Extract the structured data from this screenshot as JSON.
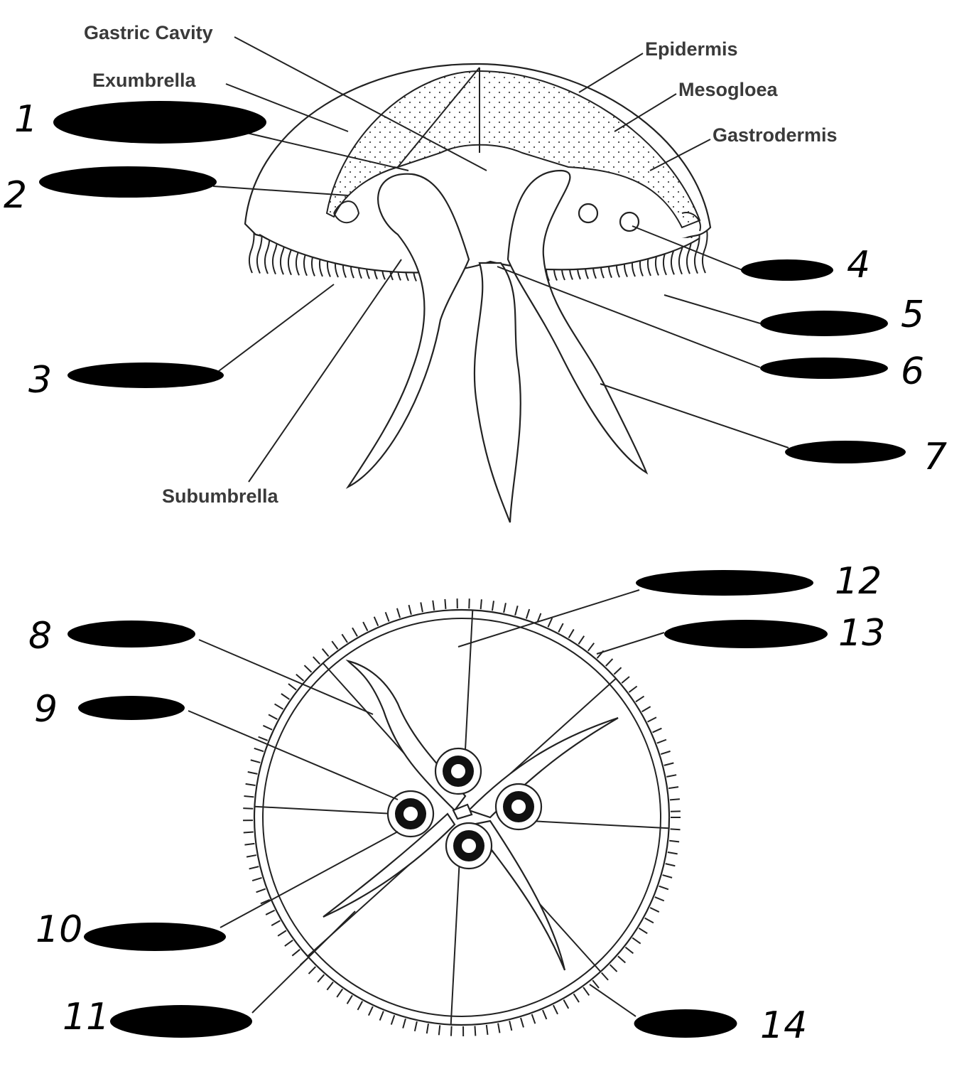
{
  "labels": {
    "gastric_cavity": "Gastric Cavity",
    "exumbrella": "Exumbrella",
    "epidermis": "Epidermis",
    "mesogloea": "Mesogloea",
    "gastrodermis": "Gastrodermis",
    "subumbrella": "Subumbrella"
  },
  "blank_numbers": [
    "1",
    "2",
    "3",
    "4",
    "5",
    "6",
    "7",
    "8",
    "9",
    "10",
    "11",
    "12",
    "13",
    "14"
  ],
  "colors": {
    "ink": "#222222",
    "label": "#3a3a3a",
    "redaction": "#000000",
    "background": "#ffffff"
  }
}
